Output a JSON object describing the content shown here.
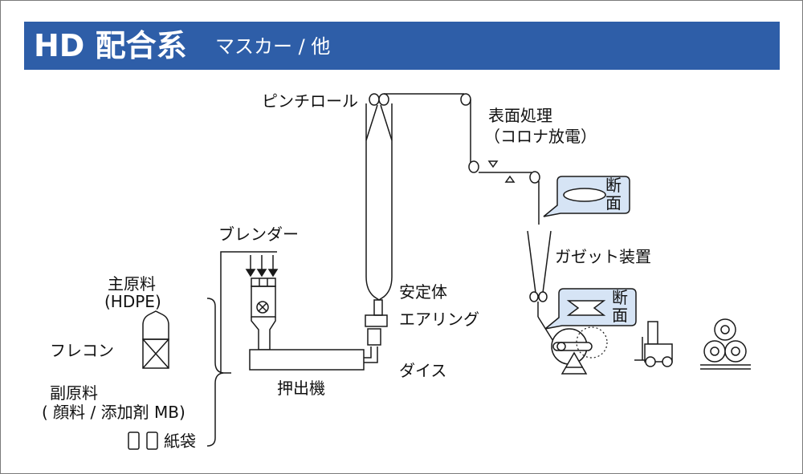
{
  "header": {
    "title": "HD 配合系",
    "subtitle": "マスカー / 他"
  },
  "labels": {
    "pinch_roll": "ピンチロール",
    "surface_treatment": "表面処理",
    "corona": "（コロナ放電）",
    "cross_section": "断面",
    "gusset": "ガゼット装置",
    "blender": "ブレンダー",
    "stabilizer": "安定体",
    "air_ring": "エアリング",
    "die": "ダイス",
    "extruder": "押出機",
    "main_material": "主原料",
    "main_material_type": "(HDPE)",
    "flexible_container": "フレコン",
    "sub_material": "副原料",
    "sub_material_detail": "( 顔料 / 添加剤 MB)",
    "paper_bag": "紙袋"
  },
  "colors": {
    "header_bg": "#2e5ea8",
    "header_text": "#ffffff",
    "callout_fill": "#d6e4f5",
    "line": "#1a1a1a"
  }
}
